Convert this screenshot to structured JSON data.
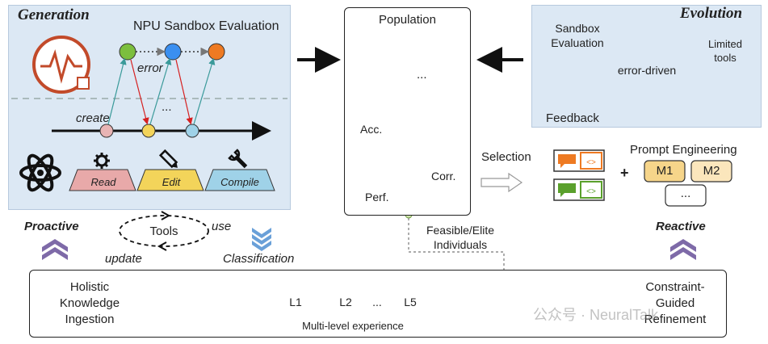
{
  "generation": {
    "title": "Generation",
    "sandbox_label": "NPU Sandbox Evaluation",
    "error_label": "error",
    "create_label": "create",
    "ellipsis": "...",
    "tools": {
      "read": "Read",
      "edit": "Edit",
      "compile": "Compile"
    }
  },
  "population": {
    "title": "Population",
    "ellipsis": "...",
    "axes": {
      "acc": "Acc.",
      "corr": "Corr.",
      "perf": "Perf."
    }
  },
  "evolution": {
    "title": "Evolution",
    "sandbox_line1": "Sandbox",
    "sandbox_line2": "Evaluation",
    "limited_line1": "Limited",
    "limited_line2": "tools",
    "loop_label": "error-driven",
    "feedback_label": "Feedback"
  },
  "middle": {
    "selection_label": "Selection",
    "plus": "+",
    "prompt_title": "Prompt Engineering",
    "m1": "M1",
    "m2": "M2",
    "m_more": "..."
  },
  "labels": {
    "proactive": "Proactive",
    "reactive": "Reactive",
    "tools": "Tools",
    "use": "use",
    "update": "update",
    "classification": "Classification",
    "feasible_line1": "Feasible/Elite",
    "feasible_line2": "Individuals"
  },
  "bottom": {
    "holistic_line1": "Holistic",
    "holistic_line2": "Knowledge",
    "holistic_line3": "Ingestion",
    "levels": [
      "L1",
      "L2",
      "...",
      "L5"
    ],
    "multilevel": "Multi-level experience",
    "constraint_line1": "Constraint-",
    "constraint_line2": "Guided",
    "constraint_line3": "Refinement"
  },
  "watermark": "公众号 · NeuralTalk",
  "colors": {
    "panel_bg": "#dce8f4",
    "node_green": "#7cbf3e",
    "node_blue": "#3a8ff0",
    "node_orange": "#ee7a22",
    "read_fill": "#e8a9a9",
    "edit_fill": "#f3d45a",
    "compile_fill": "#9fd2e8",
    "level_fill": "#dcebc2",
    "m_fill": "#f6d58a",
    "chevron": "#7e6aa8"
  }
}
